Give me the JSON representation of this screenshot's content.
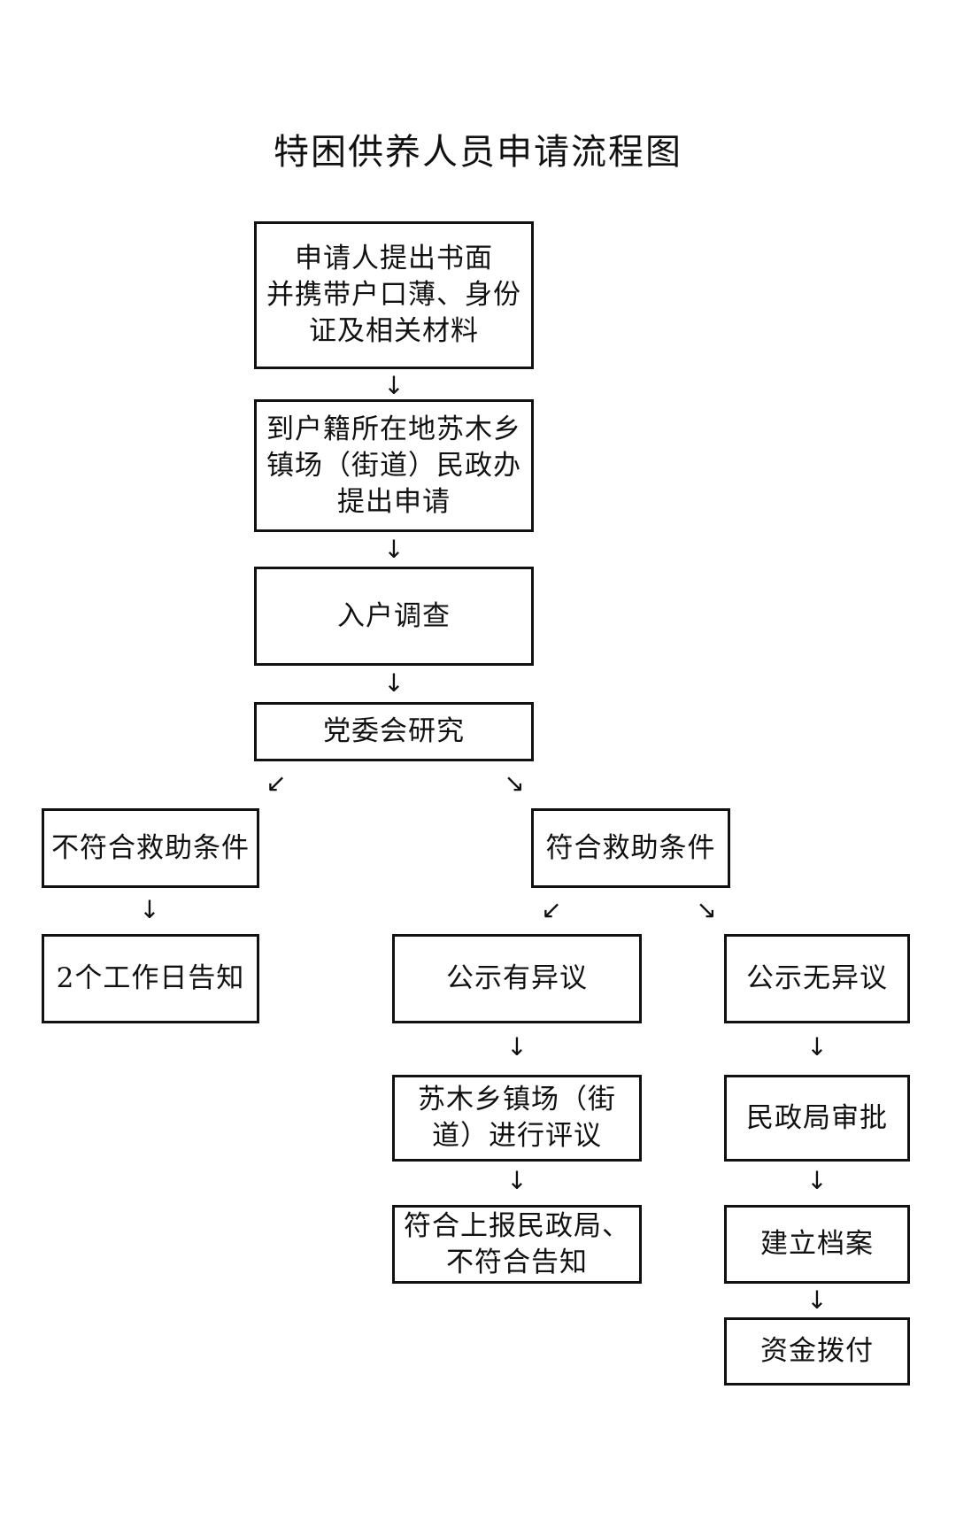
{
  "title": "特困供养人员申请流程图",
  "nodes": {
    "apply": "申请人提出书面\n并携带户口薄、身份\n证及相关材料",
    "submit": "到户籍所在地苏木乡\n镇场（街道）民政办\n提出申请",
    "survey": "入户调查",
    "party": "党委会研究",
    "not_meet": "不符合救助条件",
    "meet": "符合救助条件",
    "notify2": "2个工作日告知",
    "objection": "公示有异议",
    "no_objection": "公示无异议",
    "review": "苏木乡镇场（街\n道）进行评议",
    "report": "符合上报民政局、\n不符合告知",
    "approve": "民政局审批",
    "archive": "建立档案",
    "funds": "资金拨付"
  },
  "arrows": {
    "down": "↓",
    "down_left": "↙",
    "down_right": "↘"
  }
}
